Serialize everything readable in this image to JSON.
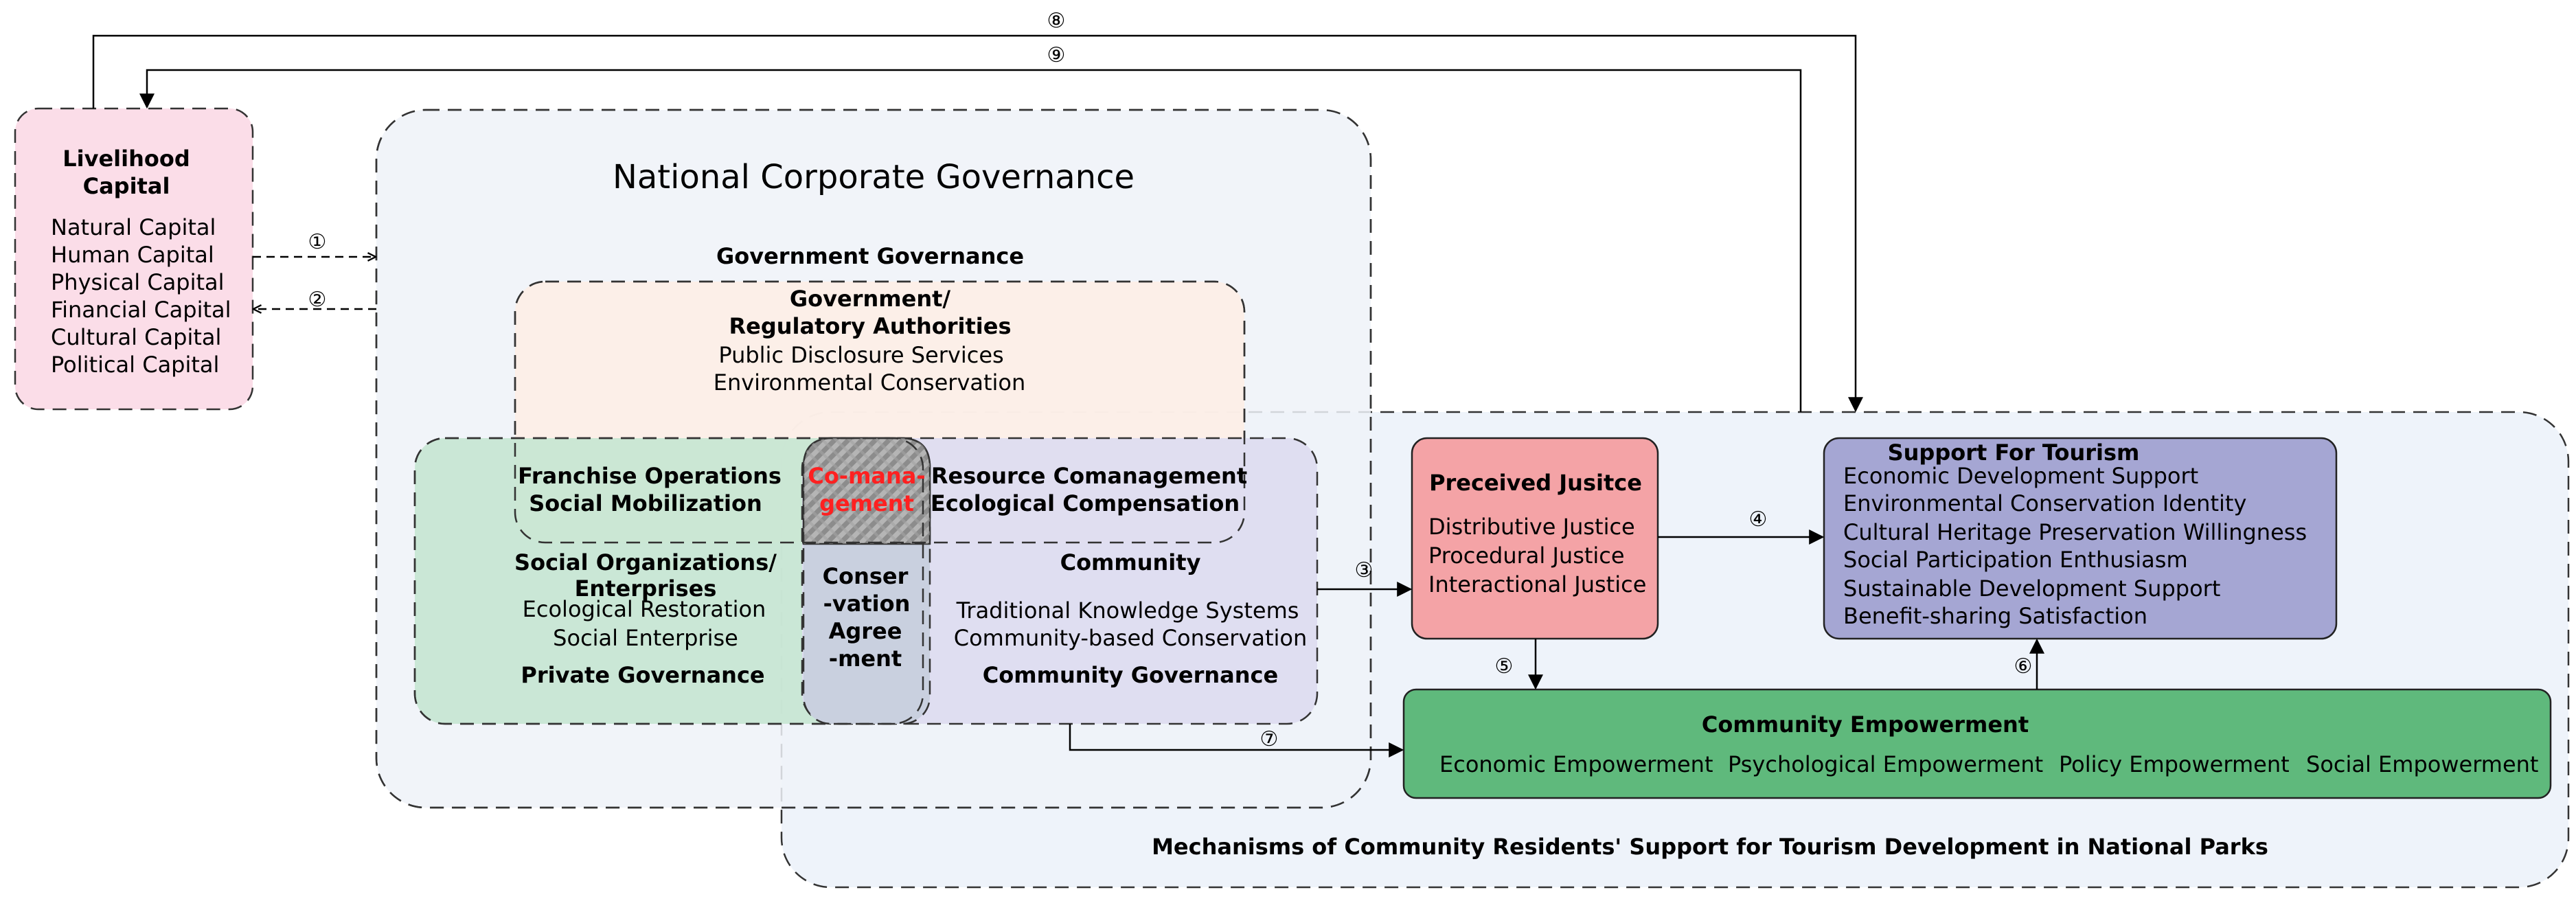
{
  "livelihood": {
    "title_line1": "Livelihood",
    "title_line2": "Capital",
    "items": [
      "Natural Capital",
      "Human Capital",
      "Physical Capital",
      "Financial Capital",
      "Cultural Capital",
      "Political Capital"
    ]
  },
  "ncg": {
    "title": "National Corporate Governance",
    "gov_governance": "Government Governance"
  },
  "gov_reg": {
    "line1": "Government/",
    "line2": "Regulatory Authorities",
    "item1": "Public Disclosure Services",
    "item2": "Environmental Conservation"
  },
  "private": {
    "line1": "Franchise Operations",
    "line2": "Social Mobilization",
    "org1": "Social Organizations/",
    "org2": "Enterprises",
    "item1": "Ecological Restoration",
    "item2": "Social Enterprise",
    "footer": "Private Governance"
  },
  "comgmt": {
    "line1": "Co-mana-",
    "line2": "gement",
    "color": "#ff2020"
  },
  "conservation": {
    "lines": [
      "Conser",
      "-vation",
      "Agree",
      "-ment"
    ]
  },
  "community": {
    "line1": "Resource Comanagement",
    "line2": "Ecological Compensation",
    "title": "Community",
    "item1": "Traditional Knowledge Systems",
    "item2": "Community-based Conservation",
    "footer": "Community Governance"
  },
  "justice": {
    "title": "Preceived Jusitce",
    "items": [
      "Distributive Justice",
      "Procedural Justice",
      "Interactional Justice"
    ],
    "color": "#f4a3a6"
  },
  "support": {
    "title": "Support For Tourism",
    "items": [
      "Economic Development Support",
      "Environmental Conservation Identity",
      "Cultural Heritage Preservation Willingness",
      "Social Participation Enthusiasm",
      "Sustainable Development Support",
      "Benefit-sharing Satisfaction"
    ],
    "color": "#a5a6d3"
  },
  "empowerment": {
    "title": "Community Empowerment",
    "items": [
      "Economic Empowerment",
      "Psychological Empowerment",
      "Policy Empowerment",
      "Social Empowerment"
    ],
    "color": "#5fb97c"
  },
  "mechanisms": {
    "caption": "Mechanisms of Community Residents' Support for Tourism Development in National Parks"
  },
  "markers": [
    "①",
    "②",
    "③",
    "④",
    "⑤",
    "⑥",
    "⑦",
    "⑧",
    "⑨"
  ]
}
